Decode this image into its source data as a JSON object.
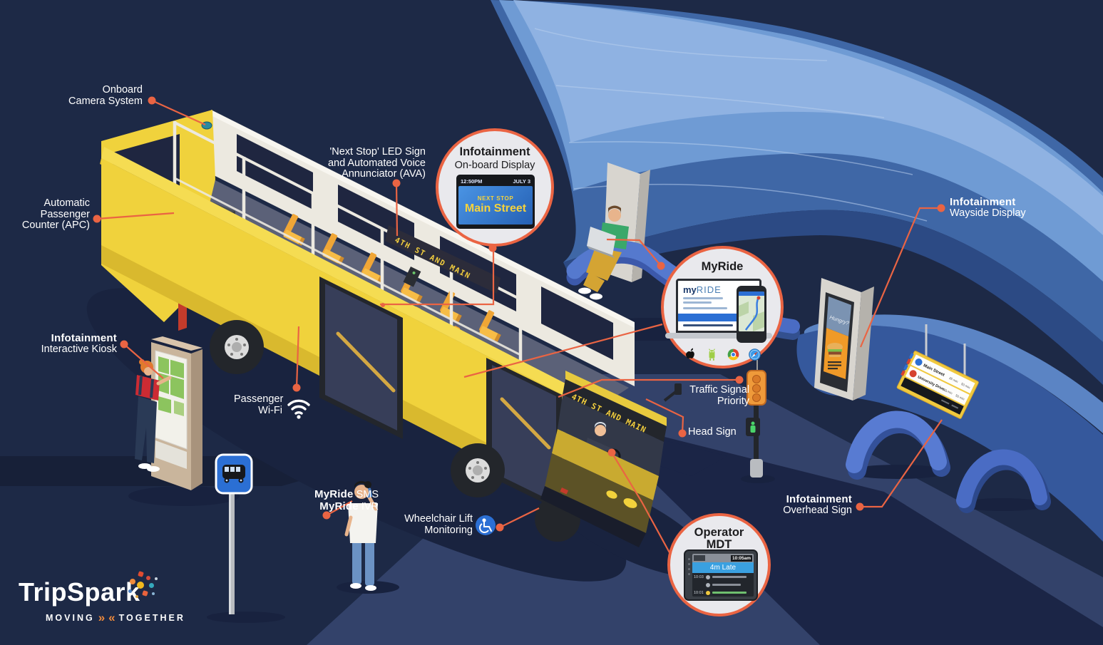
{
  "brand": {
    "name": "TripSpark",
    "tagline_left": "MOVING",
    "tagline_right": "TOGETHER",
    "chevron_right": "»",
    "chevron_left": "«"
  },
  "labels": {
    "onboard_camera": {
      "l1": "Onboard",
      "l2": "Camera System"
    },
    "apc": {
      "l1": "Automatic",
      "l2": "Passenger",
      "l3": "Counter (APC)"
    },
    "next_stop_led": {
      "l1": "'Next Stop' LED Sign",
      "l2": "and Automated Voice",
      "l3": "Annunciator (AVA)"
    },
    "wayside_display": {
      "l1": "Infotainment",
      "l2": "Wayside Display"
    },
    "interactive_kiosk": {
      "l1": "Infotainment",
      "l2": "Interactive Kiosk"
    },
    "passenger_wifi": {
      "l1": "Passenger",
      "l2": "Wi-Fi"
    },
    "traffic_signal": {
      "l1": "Traffic Signal",
      "l2": "Priority"
    },
    "head_sign": {
      "l1": "Head Sign"
    },
    "myride_contact": {
      "b1": "MyRide",
      "r1": "SMS",
      "b2": "MyRide",
      "r2": "IVR"
    },
    "wheelchair": {
      "l1": "Wheelchair Lift",
      "l2": "Monitoring"
    },
    "overhead_sign": {
      "l1": "Infotainment",
      "l2": "Overhead Sign"
    }
  },
  "callouts": {
    "onboard_display": {
      "title_b": "Infotainment",
      "title_r": "On-board Display",
      "time": "12:50PM",
      "date": "JULY 3",
      "next_stop": "NEXT STOP",
      "stop_name": "Main Street"
    },
    "myride": {
      "title": "MyRide",
      "logo_my": "my",
      "logo_ride": "RIDE"
    },
    "operator_mdt": {
      "title_1": "Operator",
      "title_2": "MDT",
      "clock": "10:05am",
      "status": "4m Late",
      "stop_times": [
        "10:03",
        "10:01"
      ]
    }
  },
  "bus": {
    "interior_led": "4TH ST AND MAIN",
    "head_sign": "4TH ST AND MAIN"
  },
  "overhead_sign": {
    "rows": [
      {
        "route": "Main Street",
        "eta1": "35 min",
        "eta2": "50 min"
      },
      {
        "route": "University Drive...",
        "eta1": "30 min",
        "eta2": "50 min"
      }
    ]
  },
  "wayside_ad": {
    "headline": "Hungry?"
  },
  "colors": {
    "accent": "#ea6443",
    "bus_yellow": "#f0d23c",
    "canopy_blue": "#4a76b8",
    "background": "#1d2946"
  }
}
